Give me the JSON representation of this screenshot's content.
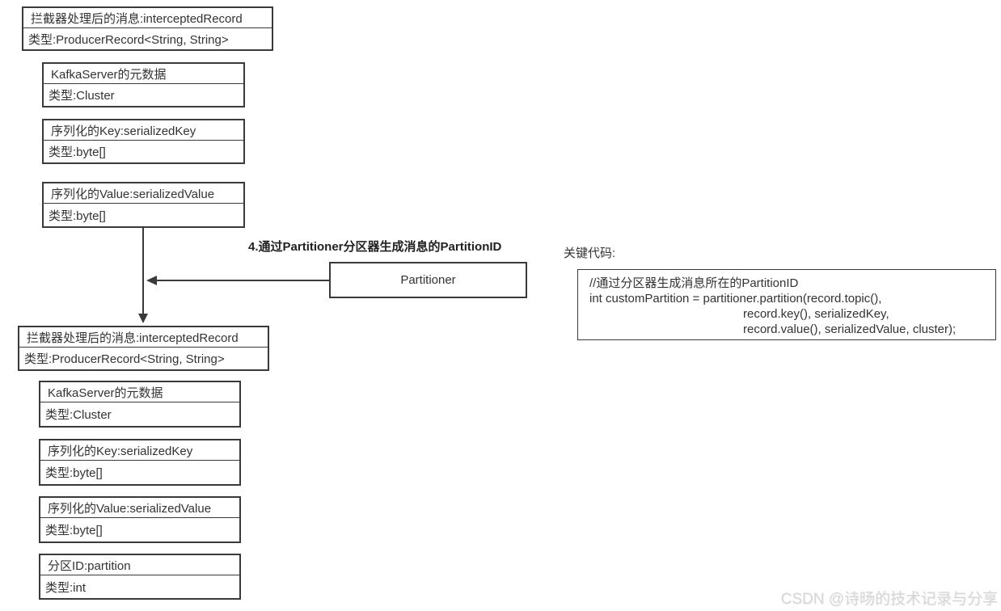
{
  "step_title": "4.通过Partitioner分区器生成消息的PartitionID",
  "partitioner": {
    "label": "Partitioner"
  },
  "top_boxes": [
    {
      "title": "拦截器处理后的消息:interceptedRecord",
      "type": "类型:ProducerRecord<String, String>"
    },
    {
      "title": "KafkaServer的元数据",
      "type": "类型:Cluster"
    },
    {
      "title": "序列化的Key:serializedKey",
      "type": "类型:byte[]"
    },
    {
      "title": "序列化的Value:serializedValue",
      "type": "类型:byte[]"
    }
  ],
  "bottom_boxes": [
    {
      "title": "拦截器处理后的消息:interceptedRecord",
      "type": "类型:ProducerRecord<String, String>"
    },
    {
      "title": "KafkaServer的元数据",
      "type": "类型:Cluster"
    },
    {
      "title": "序列化的Key:serializedKey",
      "type": "类型:byte[]"
    },
    {
      "title": "序列化的Value:serializedValue",
      "type": "类型:byte[]"
    },
    {
      "title": "分区ID:partition",
      "type": "类型:int"
    }
  ],
  "code_panel": {
    "label": "关键代码:",
    "lines": [
      "//通过分区器生成消息所在的PartitionID",
      "int customPartition = partitioner.partition(record.topic(),",
      "record.key(), serializedKey,",
      "record.value(), serializedValue, cluster);"
    ]
  },
  "watermark": "CSDN @诗旸的技术记录与分享",
  "colors": {
    "border": "#3a3a3a",
    "text": "#333333",
    "title": "#212121",
    "watermark": "#d6d6d6",
    "background": "#ffffff"
  }
}
